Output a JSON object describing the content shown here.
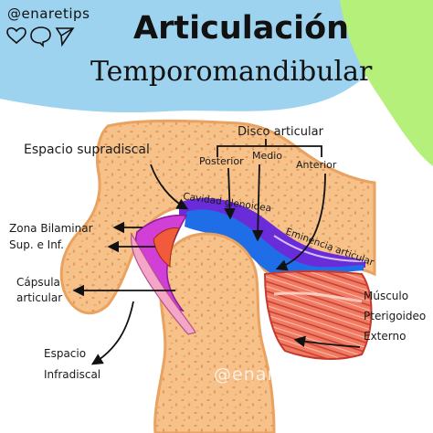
{
  "header": {
    "handle": "@enaretips",
    "title_line1": "Articulación",
    "title_line2": "Temporomandibular"
  },
  "labels": {
    "espacio_supradiscal": "Espacio supradiscal",
    "disco_articular": "Disco articular",
    "posterior": "Posterior",
    "medio": "Medio",
    "anterior": "Anterior",
    "cavidad_glenoidea": "Cavidad glenoidea",
    "eminencia_articular": "Eminencia articular",
    "zona_bilaminar_1": "Zona Bilaminar",
    "zona_bilaminar_2": "Sup. e Inf.",
    "capsula_1": "Cápsula",
    "capsula_2": "articular",
    "espacio_infra_1": "Espacio",
    "espacio_infra_2": "Infradiscal",
    "musculo_1": "Músculo",
    "musculo_2": "Pterigoideo",
    "musculo_3": "Externo"
  },
  "watermark": "@enaretips",
  "icons": [
    "heart-outline-icon",
    "chat-bubble-icon",
    "send-paper-plane-icon"
  ],
  "colors": {
    "blob_blue": "#9ed3ef",
    "blob_green": "#b5f07a",
    "bone": "#f7c28a",
    "bone_dark": "#e9a25f",
    "disc_blue": "#1f6ee8",
    "space_purple": "#6a2bd9",
    "bilaminar_magenta": "#d23fd6",
    "muscle_red": "#e8574a"
  }
}
